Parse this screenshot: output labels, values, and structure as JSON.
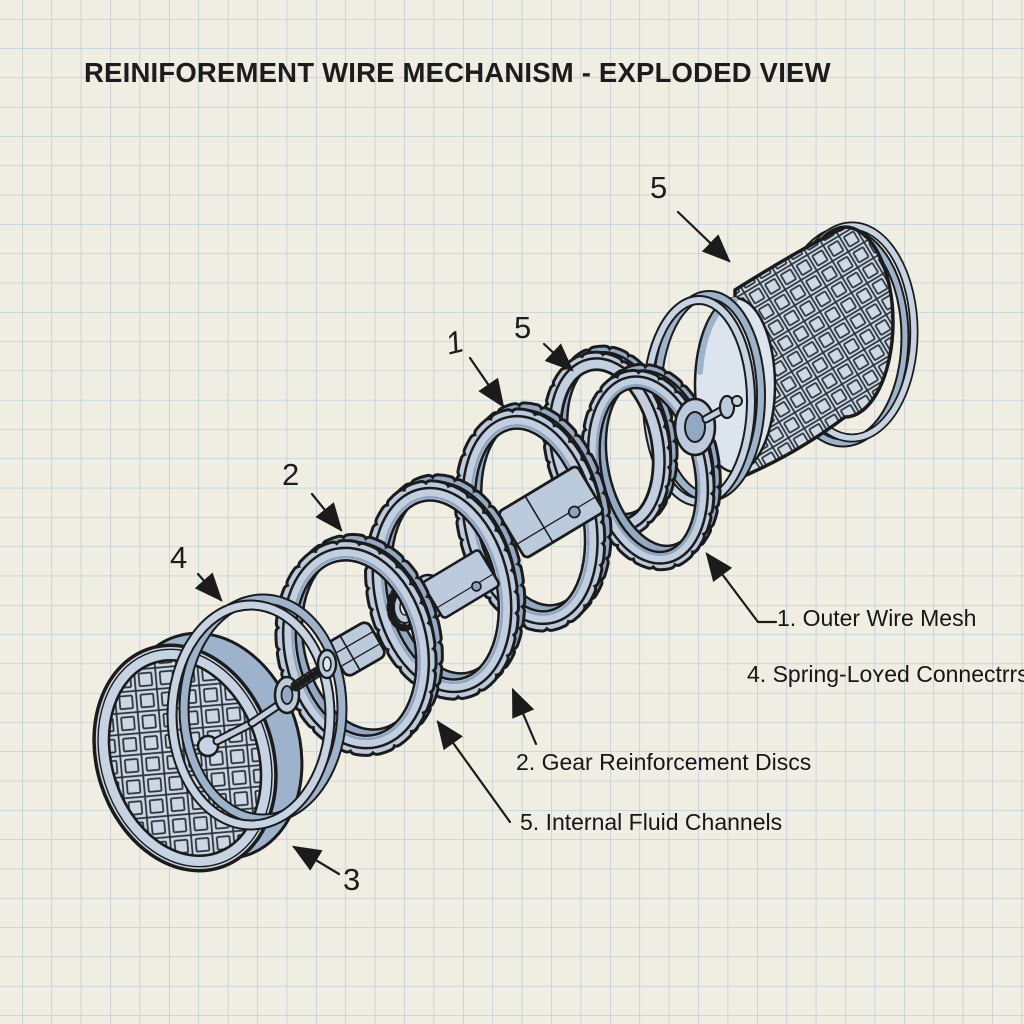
{
  "title": "REINIFOREMENT WIRE MECHANISM - EXPLODED VIEW",
  "callouts": [
    {
      "text": "5"
    },
    {
      "text": "5"
    },
    {
      "text": "1"
    },
    {
      "text": "2"
    },
    {
      "text": "4"
    },
    {
      "text": "3"
    }
  ],
  "legend": [
    {
      "text": "1. Outer Wire Mesh"
    },
    {
      "text": "4. Spring-Loʏed Connectrrs"
    },
    {
      "text": "2. Gear Reinforcement Discs"
    },
    {
      "text": "5. Internal Fluid Channels"
    }
  ],
  "colors": {
    "paper": "#f0ede3",
    "grid_line": "#a7c2d5",
    "ink": "#1b1b1b",
    "metal_light": "#c6d3e2",
    "metal_mid": "#9db2cb",
    "weave_dark": "#2b333d"
  }
}
